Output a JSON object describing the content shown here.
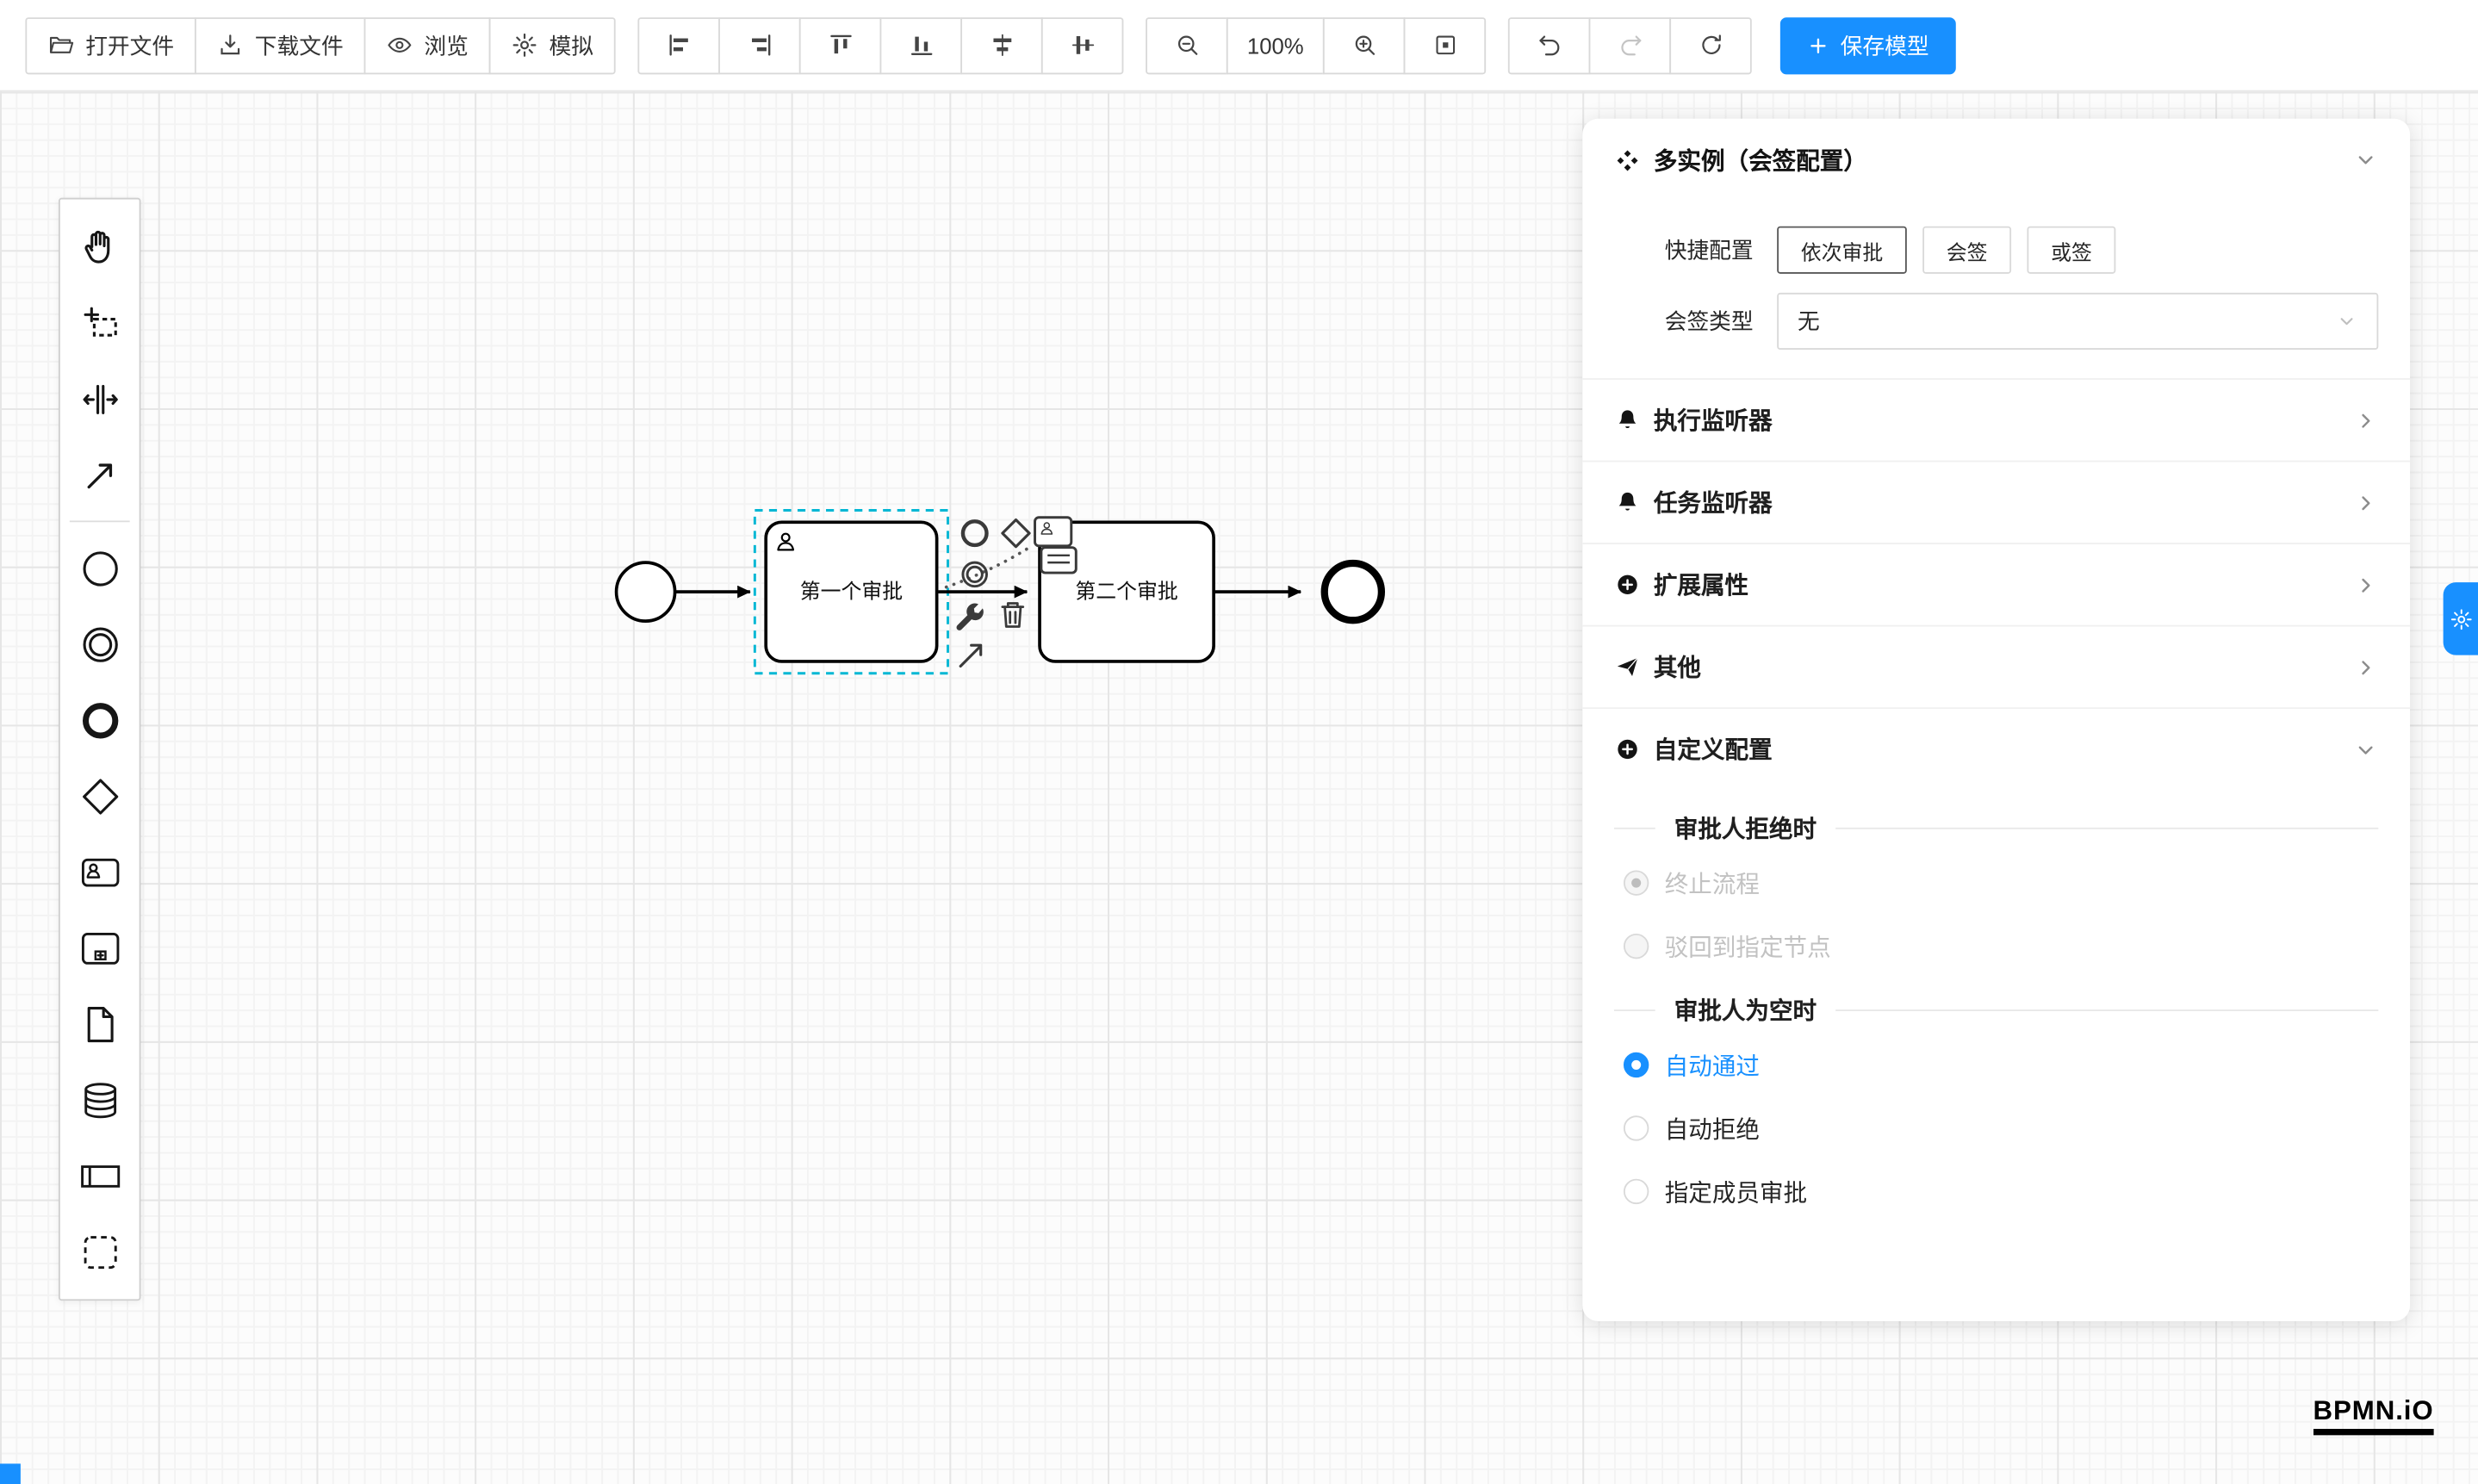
{
  "toolbar": {
    "buttons": {
      "open_file": "打开文件",
      "download_file": "下载文件",
      "preview": "浏览",
      "simulate": "模拟",
      "save_model": "保存模型"
    },
    "zoom_value": "100%",
    "icons": {
      "file": [
        "folder-open-icon",
        "download-icon",
        "eye-icon",
        "gear-icon"
      ],
      "align": [
        "align-left-icon",
        "align-right-icon",
        "align-top-icon",
        "align-bottom-icon",
        "align-center-horizontal-icon",
        "align-center-vertical-icon"
      ],
      "zoom": [
        "zoom-out-icon",
        "zoom-in-icon",
        "fit-viewport-icon"
      ],
      "history": [
        "undo-icon",
        "redo-icon",
        "refresh-icon"
      ],
      "save": "plus-icon"
    }
  },
  "palette": {
    "tools": [
      "hand-tool",
      "lasso-tool",
      "space-tool",
      "global-connect-tool"
    ],
    "elements": [
      "start-event",
      "intermediate-event",
      "end-event",
      "gateway",
      "user-task",
      "subprocess",
      "data-object",
      "data-store",
      "participant",
      "group"
    ]
  },
  "diagram": {
    "task1_label": "第一个审批",
    "task2_label": "第二个审批"
  },
  "panel": {
    "title": "多实例（会签配置）",
    "quick_config": {
      "label": "快捷配置",
      "options": [
        {
          "label": "依次审批",
          "active": true
        },
        {
          "label": "会签",
          "active": false
        },
        {
          "label": "或签",
          "active": false
        }
      ]
    },
    "sign_type": {
      "label": "会签类型",
      "value": "无"
    },
    "sections": [
      {
        "label": "执行监听器",
        "icon": "bell-icon",
        "expanded": false
      },
      {
        "label": "任务监听器",
        "icon": "bell-icon",
        "expanded": false
      },
      {
        "label": "扩展属性",
        "icon": "plus-circle-icon",
        "expanded": false
      },
      {
        "label": "其他",
        "icon": "send-icon",
        "expanded": false
      },
      {
        "label": "自定义配置",
        "icon": "plus-circle-icon",
        "expanded": true
      }
    ],
    "custom_config": {
      "reject_title": "审批人拒绝时",
      "reject_options": [
        {
          "label": "终止流程",
          "checked": true,
          "disabled": true
        },
        {
          "label": "驳回到指定节点",
          "checked": false,
          "disabled": true
        }
      ],
      "empty_title": "审批人为空时",
      "empty_options": [
        {
          "label": "自动通过",
          "checked": true,
          "disabled": false
        },
        {
          "label": "自动拒绝",
          "checked": false,
          "disabled": false
        },
        {
          "label": "指定成员审批",
          "checked": false,
          "disabled": false
        }
      ]
    }
  },
  "branding": {
    "logo": "BPMN.iO"
  },
  "colors": {
    "accent": "#1890ff",
    "selection": "#00b7d4"
  }
}
